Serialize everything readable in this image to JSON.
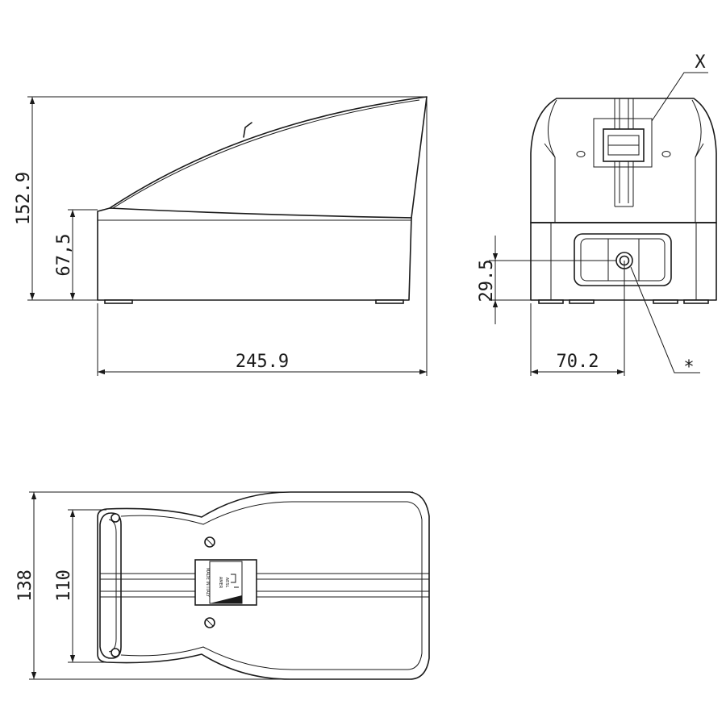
{
  "side_view": {
    "overall_height": "152.9",
    "base_height": "67,5",
    "overall_length": "245.9"
  },
  "front_view": {
    "detail_label": "X",
    "axis_height": "29.5",
    "axis_offset": "70.2",
    "note_mark": "*"
  },
  "top_view": {
    "overall_width": "138",
    "inner_width": "110",
    "label_made_in": "MADE IN ITALY",
    "label_brand": "AMER",
    "label_model": "AESL"
  }
}
